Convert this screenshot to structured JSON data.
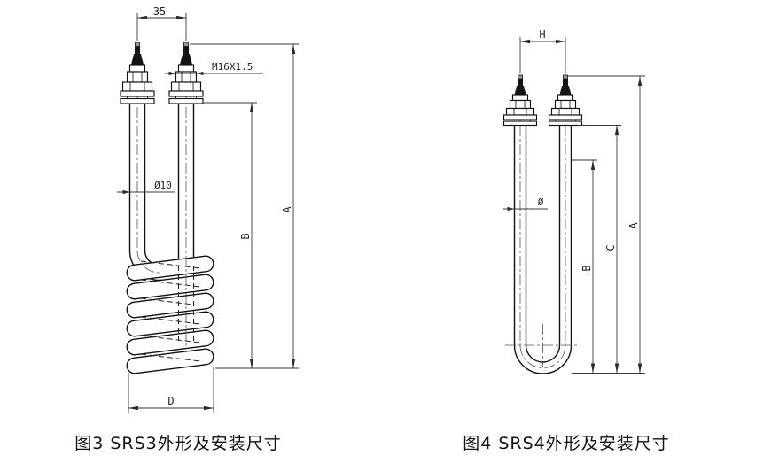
{
  "page": {
    "background": "#ffffff",
    "line_color": "#111111"
  },
  "figure_srs3": {
    "caption": "图3 SRS3外形及安装尺寸",
    "labels": {
      "terminal_pitch": "35",
      "thread_spec": "M16X1.5",
      "tube_diameter": "Ø10",
      "dim_a": "A",
      "dim_b": "B",
      "dim_d": "D"
    }
  },
  "figure_srs4": {
    "caption": "图4 SRS4外形及安装尺寸",
    "labels": {
      "terminal_pitch": "H",
      "tube_diameter": "Ø",
      "dim_a": "A",
      "dim_b": "B",
      "dim_c": "C"
    }
  }
}
